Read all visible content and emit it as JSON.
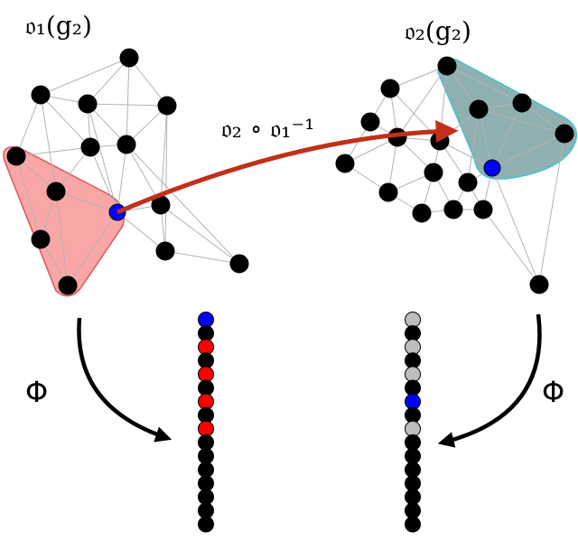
{
  "labels": {
    "left_graph": "𝔬₁(g₂)",
    "right_graph": "𝔬₂(g₂)",
    "map": "𝔬₂ ∘ 𝔬₁⁻¹",
    "phi_left": "Φ",
    "phi_right": "Φ"
  },
  "colors": {
    "node": "#000000",
    "edge": "#b3b3b3",
    "highlight_node": "#0000ff",
    "red_node": "#ff0000",
    "grey_node": "#bdbdbd",
    "red_region_fill": "#f8a6a6",
    "red_region_stroke": "#e05656",
    "teal_region_fill": "#8fb0b0",
    "teal_region_stroke": "#45c3d1",
    "map_arrow": "#c0301a"
  },
  "left_vector": [
    "blue",
    "black",
    "red",
    "black",
    "red",
    "black",
    "red",
    "black",
    "red",
    "black",
    "black",
    "black",
    "black",
    "black",
    "black",
    "black"
  ],
  "right_vector": [
    "grey",
    "black",
    "grey",
    "black",
    "grey",
    "black",
    "blue",
    "black",
    "grey",
    "black",
    "black",
    "black",
    "black",
    "black",
    "black",
    "black"
  ]
}
